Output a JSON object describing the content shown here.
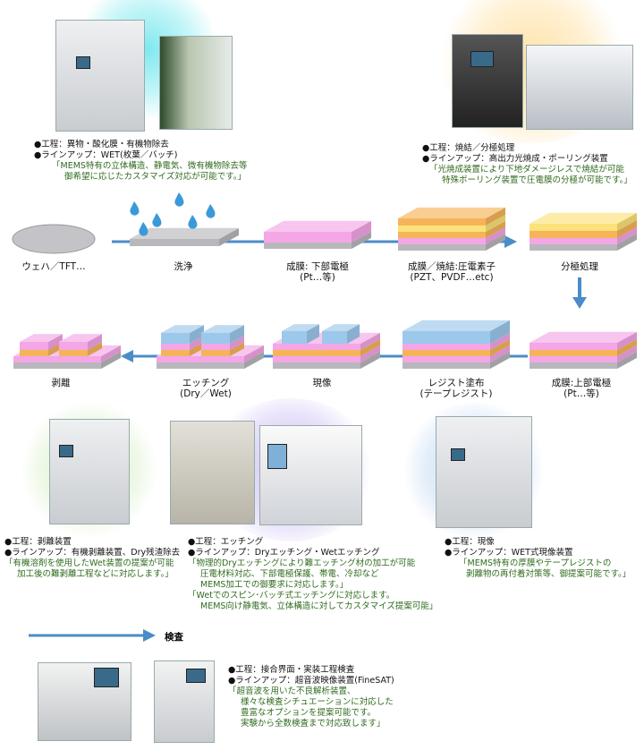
{
  "steps_row1": [
    {
      "label": "ウェハ／TFT…"
    },
    {
      "label": "洗浄"
    },
    {
      "label": "成膜: 下部電極",
      "sub": "(Pt…等)"
    },
    {
      "label": "成膜／焼結:圧電素子",
      "sub": "(PZT、PVDF…etc)"
    },
    {
      "label": "分極処理"
    }
  ],
  "steps_row2": [
    {
      "label": "成膜:上部電極",
      "sub": "(Pt…等)"
    },
    {
      "label": "レジスト塗布",
      "sub": "(テープレジスト)"
    },
    {
      "label": "現像"
    },
    {
      "label": "エッチング",
      "sub": "(Dry／Wet)"
    },
    {
      "label": "剥離"
    }
  ],
  "inspection_label": "検査",
  "info": {
    "cleaning": {
      "process": "●工程：異物・酸化膜・有機物除去",
      "lineup": "●ラインアップ：WET(枚葉／バッチ)",
      "notes": [
        "「MEMS特有の立体構造、静電気、微有機物除去等",
        "御希望に応じたカスタマイズ対応が可能です。」"
      ]
    },
    "sintering": {
      "process": "●工程：焼結／分極処理",
      "lineup": "●ラインアップ：高出力光焼成・ポーリング装置",
      "notes": [
        "「光焼成装置により下地ダメージレスで焼結が可能",
        "特殊ポーリング装置で圧電膜の分極が可能です。」"
      ]
    },
    "stripping": {
      "process": "●工程：剥離装置",
      "lineup": "●ラインアップ：有機剥離装置、Dry残渣除去",
      "notes": [
        "「有機溶剤を使用したWet装置の提案が可能",
        "加工後の難剥離工程などに対応します。」"
      ]
    },
    "etching": {
      "process": "●工程：エッチング",
      "lineup": "●ラインアップ：Dryエッチング・Wetエッチング",
      "notes": [
        "「物理的Dryエッチングにより難エッチング材の加工が可能",
        "圧電材料対応、下部電極保護、帯電、冷却など",
        "MEMS加工での御要求に対応します。」",
        "「Wetでのスピン･バッチ式エッチングに対応します。",
        "MEMS向け静電気、立体構造に対してカスタマイズ提案可能」"
      ]
    },
    "developing": {
      "process": "●工程：現像",
      "lineup": "●ラインアップ：WET式現像装置",
      "notes": [
        "「MEMS特有の厚膜やテープレジストの",
        "剥離物の再付着対策等、御提案可能です。」"
      ]
    },
    "inspection": {
      "process": "●工程：接合界面・実装工程検査",
      "lineup": "●ラインアップ：超音波映像装置(FineSAT)",
      "notes": [
        "「超音波を用いた不良解析装置、",
        "様々な検査シチュエーションに対応した",
        "豊富なオプションを提案可能です。",
        "実験から全数検査まで対応致します」"
      ]
    }
  },
  "colors": {
    "arrow": "#4a8cc8",
    "note_green": "#2f6b1e"
  }
}
